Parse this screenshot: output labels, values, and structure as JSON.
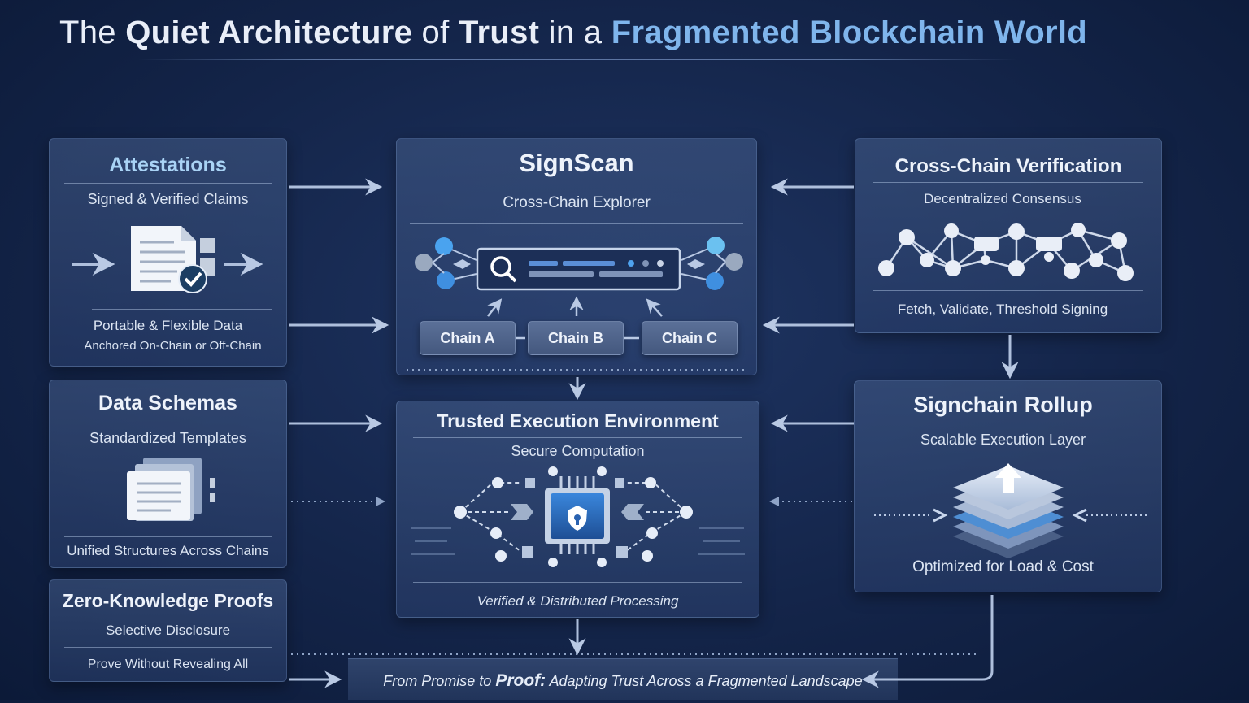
{
  "header": {
    "title_a": "The ",
    "title_b": "Quiet Architecture",
    "title_c": " of ",
    "title_d": "Trust",
    "title_e": " in a ",
    "title_f": "Fragmented Blockchain World"
  },
  "attestations": {
    "title": "Attestations",
    "subtitle": "Signed & Verified Claims",
    "line1": "Portable & Flexible Data",
    "line2": "Anchored On-Chain or Off-Chain"
  },
  "schemas": {
    "title": "Data Schemas",
    "subtitle": "Standardized Templates",
    "footer": "Unified Structures Across Chains"
  },
  "zk": {
    "title": "Zero-Knowledge Proofs",
    "subtitle": "Selective Disclosure",
    "footer": "Prove Without Revealing All"
  },
  "signscan": {
    "title": "SignScan",
    "subtitle": "Cross-Chain Explorer",
    "chains": [
      "Chain A",
      "Chain B",
      "Chain C"
    ]
  },
  "tee": {
    "title": "Trusted Execution Environment",
    "subtitle": "Secure Computation",
    "footer": "Verified & Distributed Processing"
  },
  "crosschain": {
    "title": "Cross-Chain Verification",
    "subtitle": "Decentralized Consensus",
    "footer": "Fetch, Validate, Threshold Signing"
  },
  "rollup": {
    "title": "Signchain Rollup",
    "subtitle": "Scalable Execution Layer",
    "footer": "Optimized for Load & Cost"
  },
  "footer": {
    "a": "From Promise to ",
    "b": "Proof:",
    "c": " Adapting Trust Across a Fragmented Landscape"
  },
  "colors": {
    "background": "#14254a",
    "accent_blue": "#7fb5ec",
    "node_blue": "#3f8fe0",
    "chip_blue": "#2f6fc4"
  }
}
